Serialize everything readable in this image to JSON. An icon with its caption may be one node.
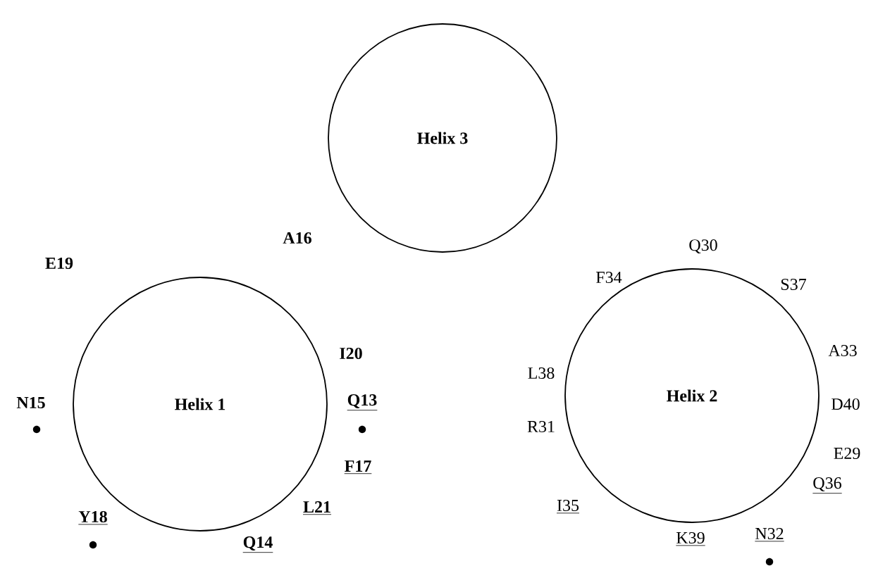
{
  "diagram": {
    "nodes": [
      {
        "text": [
          "Helix 3"
        ]
      },
      {
        "text": [
          "Helix 1"
        ]
      },
      {
        "text": [
          "Helix 2"
        ]
      }
    ],
    "labels": [
      "E19",
      "A16",
      "I20",
      "N15",
      "Q13",
      "F17",
      "Y18",
      "L21",
      "Q14",
      "Q30",
      "F34",
      "S37",
      "A33",
      "L38",
      "D40",
      "R31",
      "E29",
      "Q36",
      "I35",
      "K39",
      "N32"
    ]
  }
}
